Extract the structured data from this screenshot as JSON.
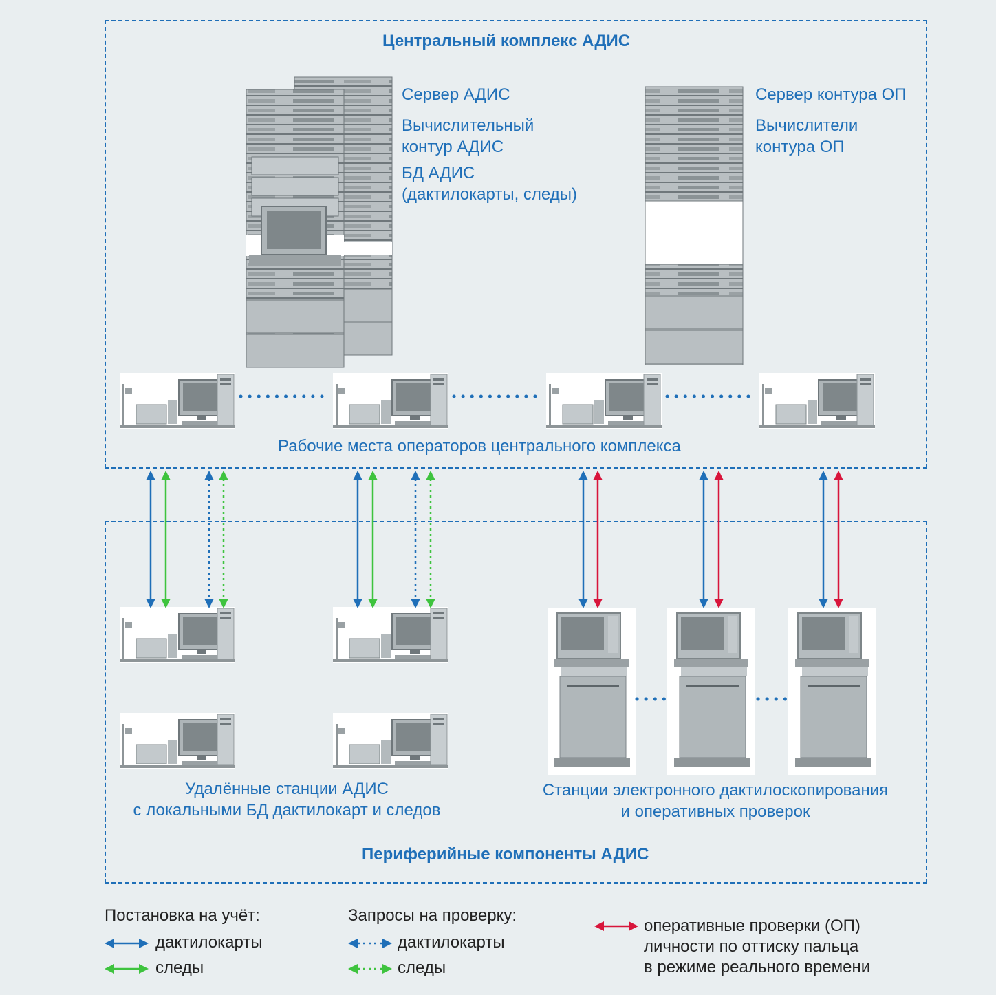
{
  "central": {
    "title": "Центральный комплекс АДИС",
    "server_adis": "Сервер АДИС",
    "compute_line1": "Вычислительный",
    "compute_line2": "контур АДИС",
    "db_line1": "БД АДИС",
    "db_line2": "(дактилокарты, следы)",
    "server_op": "Сервер контура ОП",
    "calc_op_line1": "Вычислители",
    "calc_op_line2": "контура ОП",
    "workstations": "Рабочие места операторов центрального комплекса"
  },
  "peripheral": {
    "title": "Периферийные компоненты АДИС",
    "remote_line1": "Удалённые станции АДИС",
    "remote_line2": "с локальными БД дактилокарт и следов",
    "electronic_line1": "Станции электронного дактилоскопирования",
    "electronic_line2": "и оперативных проверок"
  },
  "legend": {
    "registration_title": "Постановка на учёт:",
    "registration_cards": "дактилокарты",
    "registration_traces": "следы",
    "requests_title": "Запросы на проверку:",
    "requests_cards": "дактилокарты",
    "requests_traces": "следы",
    "op_line1": "оперативные проверки (ОП)",
    "op_line2": "личности по оттиску пальца",
    "op_line3": "в режиме реального времени"
  },
  "colors": {
    "blue": "#1f6fb8",
    "green": "#3ec33e",
    "red": "#d8153b",
    "background": "#e9eef0"
  }
}
